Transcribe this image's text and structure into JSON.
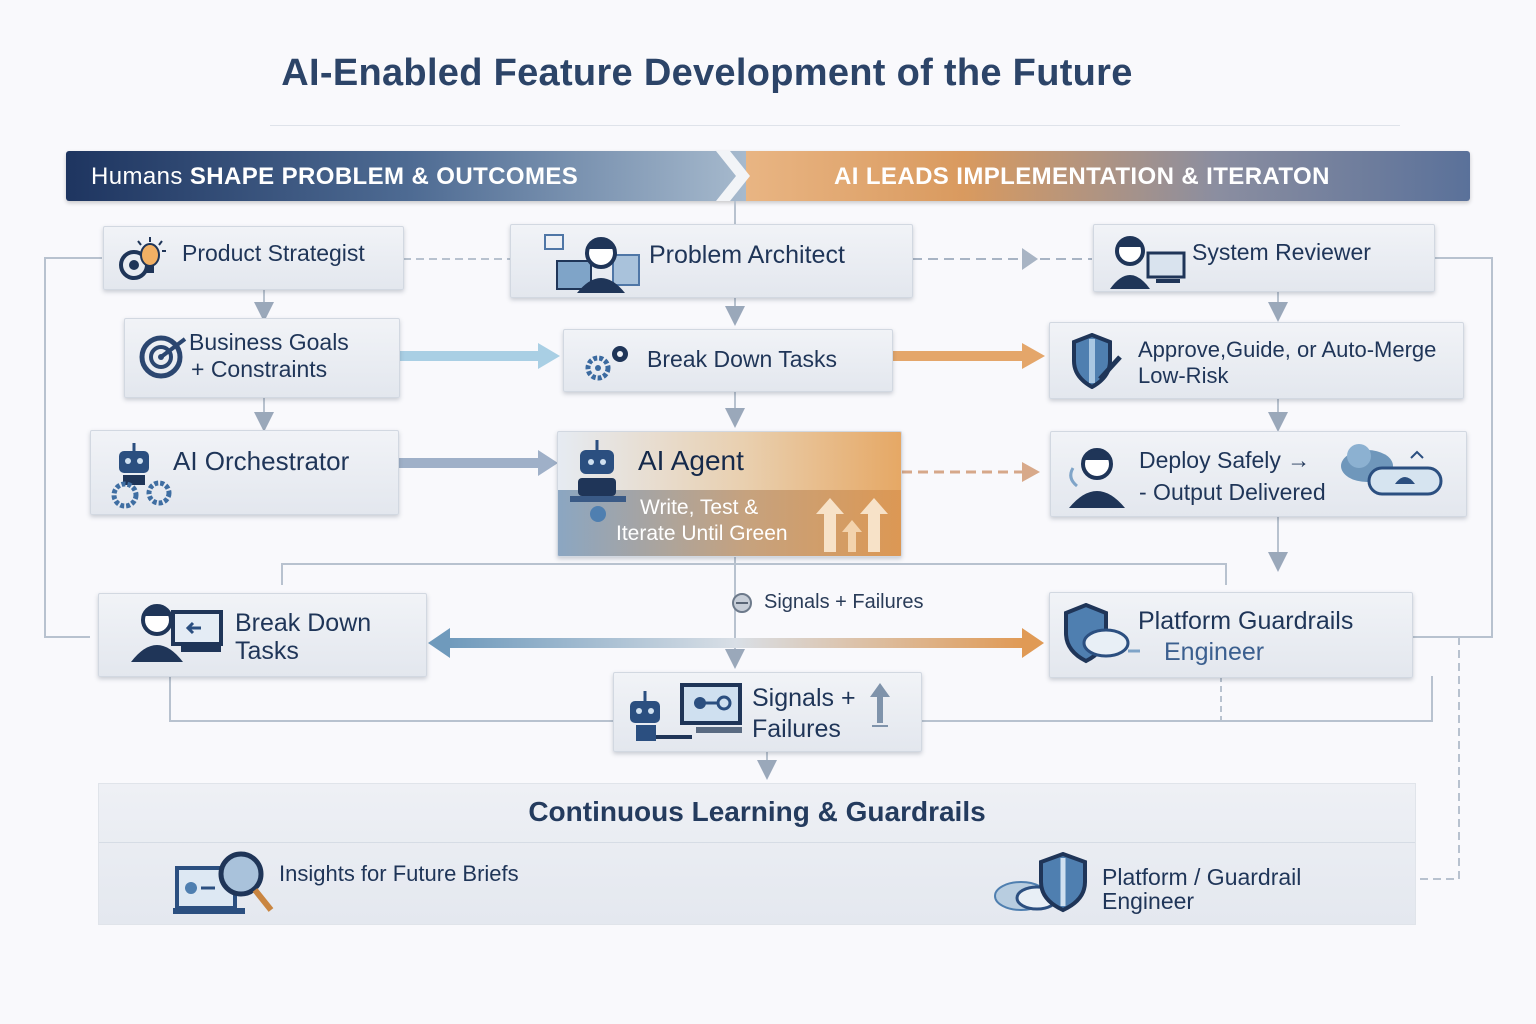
{
  "title": "AI-Enabled Feature Development of the Future",
  "banner": {
    "left_prefix": "Humans",
    "left_text": "SHAPE PROBLEM & OUTCOMES",
    "right_text": "AI LEADS IMPLEMENTATION & ITERATON"
  },
  "nodes": {
    "product_strategist": "Product Strategist",
    "problem_architect": "Problem Architect",
    "system_reviewer": "System Reviewer",
    "business_goals": [
      "Business Goals",
      "+ Constraints"
    ],
    "break_down_tasks": "Break Down Tasks",
    "approve": [
      "Approve,Guide, or Auto-Merge",
      "Low-Risk"
    ],
    "ai_orchestrator": "AI Orchestrator",
    "ai_agent": "AI Agent",
    "ai_agent_sub": [
      "Write, Test &",
      "Iterate Until Green"
    ],
    "deploy": [
      "Deploy Safely →",
      "- Output Delivered"
    ],
    "break_down_tasks_2": [
      "Break Down",
      "Tasks"
    ],
    "platform_guardrails": [
      "Platform Guardrails",
      "Engineer"
    ],
    "signals_label": "Signals + Failures",
    "signals_box": [
      "Signals +",
      "Failures"
    ]
  },
  "bottom": {
    "title": "Continuous Learning & Guardrails",
    "insights": "Insights for Future Briefs",
    "platform": [
      "Platform / Guardrail",
      "Engineer"
    ]
  },
  "colors": {
    "navy": "#1f3558",
    "orange": "#e09a55",
    "lightblue": "#8fbbd6"
  }
}
